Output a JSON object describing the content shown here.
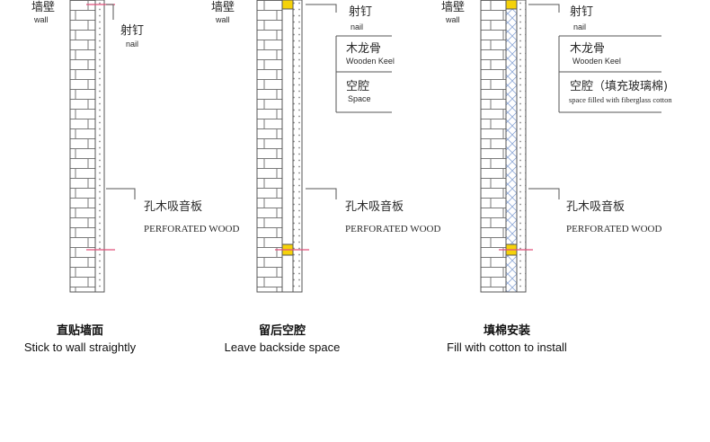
{
  "panels": [
    {
      "wall_zh": "墙壁",
      "wall_en": "wall",
      "nail_zh": "射钉",
      "nail_en": "nail",
      "panel_zh": "孔木吸音板",
      "panel_en": "PERFORATED WOOD",
      "caption_zh": "直贴墙面",
      "caption_en": "Stick to wall straightly"
    },
    {
      "wall_zh": "墙壁",
      "wall_en": "wall",
      "nail_zh": "射钉",
      "nail_en": "nail",
      "keel_zh": "木龙骨",
      "keel_en": "Wooden Keel",
      "cavity_zh": "空腔",
      "cavity_en": "Space",
      "panel_zh": "孔木吸音板",
      "panel_en": "PERFORATED WOOD",
      "caption_zh": "留后空腔",
      "caption_en": "Leave backside space"
    },
    {
      "wall_zh": "墙壁",
      "wall_en": "wall",
      "nail_zh": "射钉",
      "nail_en": "nail",
      "keel_zh": "木龙骨",
      "keel_en": "Wooden Keel",
      "cavity_zh": "空腔（填充玻璃棉)",
      "cavity_en": "space filled with fiberglass cotton",
      "panel_zh": "孔木吸音板",
      "panel_en": "PERFORATED WOOD",
      "caption_zh": "填棉安装",
      "caption_en": "Fill with cotton to install"
    }
  ],
  "colors": {
    "line": "#555555",
    "keel": "#f5d20a",
    "nail": "#e0507a",
    "cotton": "#8fa9d8"
  }
}
